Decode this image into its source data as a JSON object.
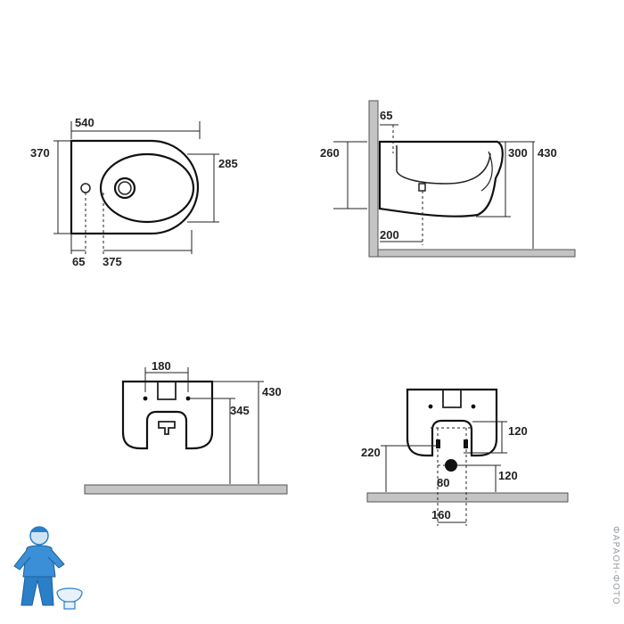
{
  "colors": {
    "line": "#222222",
    "floor": "#c4c4c4",
    "background": "#ffffff",
    "logo": "#2a7fc9"
  },
  "views": {
    "top": {
      "width": "540",
      "depth": "370",
      "basin_depth": "285",
      "tap_offset": "65",
      "drain_offset": "375"
    },
    "side": {
      "tap_offset": "65",
      "body_height": "260",
      "rim_height": "300",
      "total_height": "430",
      "projection": "200"
    },
    "front": {
      "bracket_spacing": "180",
      "total_height": "430",
      "bracket_height": "345"
    },
    "rear": {
      "upper_offset": "120",
      "supply_height": "220",
      "drain_width": "80",
      "drain_offset": "120",
      "bolt_spacing": "160"
    }
  },
  "branding": {
    "logo_icon": "plumber-mascot-icon",
    "watermark": "ФАРАОН-ФОТО"
  }
}
